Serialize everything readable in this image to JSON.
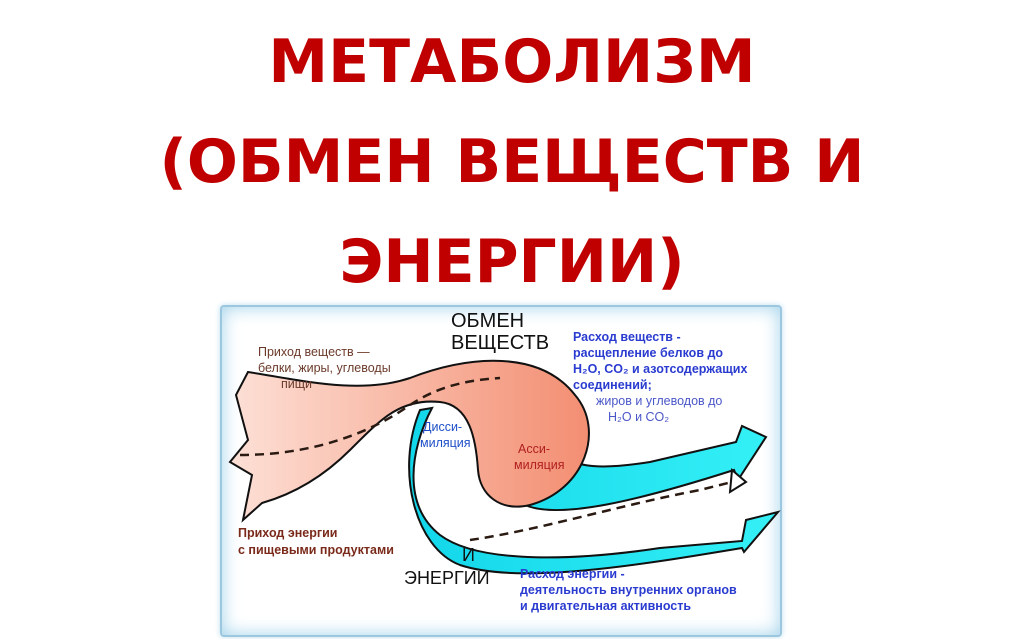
{
  "title": {
    "line1": "МЕТАБОЛИЗМ",
    "line2": "(ОБМЕН ВЕЩЕСТВ И",
    "line3": "ЭНЕРГИИ)"
  },
  "diagram": {
    "heading_top1": "ОБМЕН",
    "heading_top2": "ВЕЩЕСТВ",
    "heading_bottom1": "И",
    "heading_bottom2": "ЭНЕРГИИ",
    "intake_substances": [
      "Приход  веществ —",
      "белки, жиры, углеводы",
      "пищи"
    ],
    "intake_energy": [
      "Приход энергии",
      "с пищевыми продуктами"
    ],
    "dissimilation": [
      "Дисси-",
      "миляция"
    ],
    "assimilation": [
      "Асси-",
      "миляция"
    ],
    "output_substances": [
      "Расход  веществ -",
      "расщепление белков до",
      "H₂O, CO₂ и азотсодержащих",
      "соединений;"
    ],
    "output_fats": [
      "жиров и углеводов до",
      "H₂O и CO₂"
    ],
    "output_energy": [
      "Расход энергии -",
      "деятельность внутренних органов",
      "и двигательная активность"
    ],
    "colors": {
      "title": "#c00000",
      "substance_flow": "#f7a08a",
      "energy_flow": "#1ee3f0",
      "dissimilation_text": "#1e4fc8",
      "assimilation_text": "#b02020",
      "output_text": "#2a3bd0",
      "label_text": "#7a2a1a"
    }
  }
}
